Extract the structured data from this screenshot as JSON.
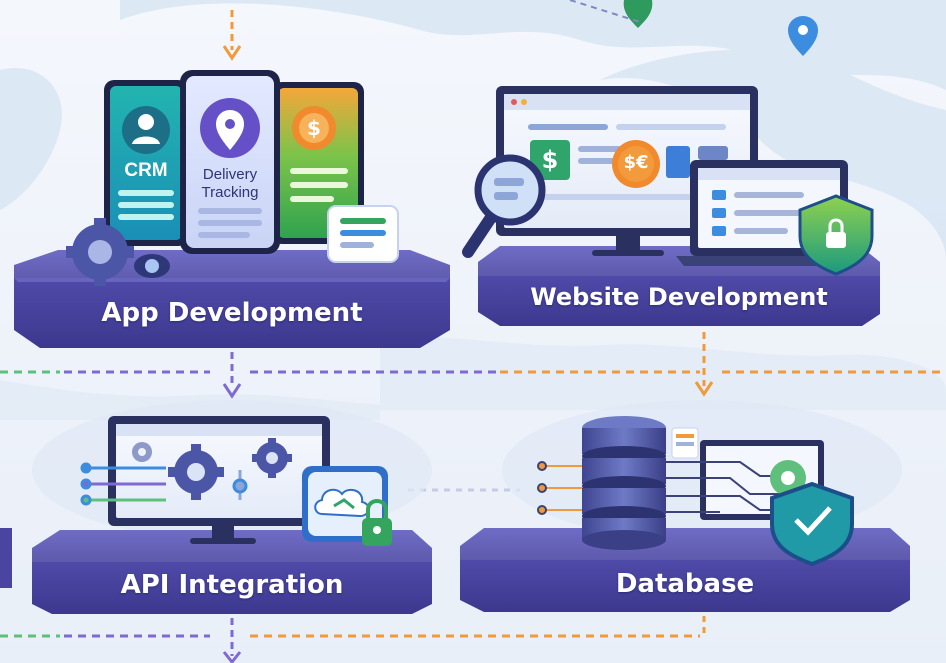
{
  "colors": {
    "platform_top": "#5d59b4",
    "platform_front": "#4a45a0",
    "platform_side": "#3a3588",
    "connector_purple": "#7e6ad0",
    "connector_orange": "#ef9a3c",
    "connector_green": "#5fbf7c",
    "accent_teal": "#19a79a",
    "accent_blue": "#3c8de0"
  },
  "nodes": {
    "app": {
      "label": "App Development",
      "phone_left": "CRM",
      "phone_center": "Delivery Tracking",
      "phone_right_icon": "dollar-coin-icon"
    },
    "website": {
      "label": "Website Development",
      "coin_symbols": "$€"
    },
    "api": {
      "label": "API Integration"
    },
    "database": {
      "label": "Database"
    }
  },
  "icons": [
    "map-pin-icon",
    "user-icon",
    "location-pin-icon",
    "dollar-icon",
    "gear-icon",
    "eye-icon",
    "chat-card-icon",
    "magnifier-icon",
    "checklist-icon",
    "shield-lock-icon",
    "cloud-icon",
    "padlock-icon",
    "server-stack-icon",
    "shield-check-icon"
  ]
}
